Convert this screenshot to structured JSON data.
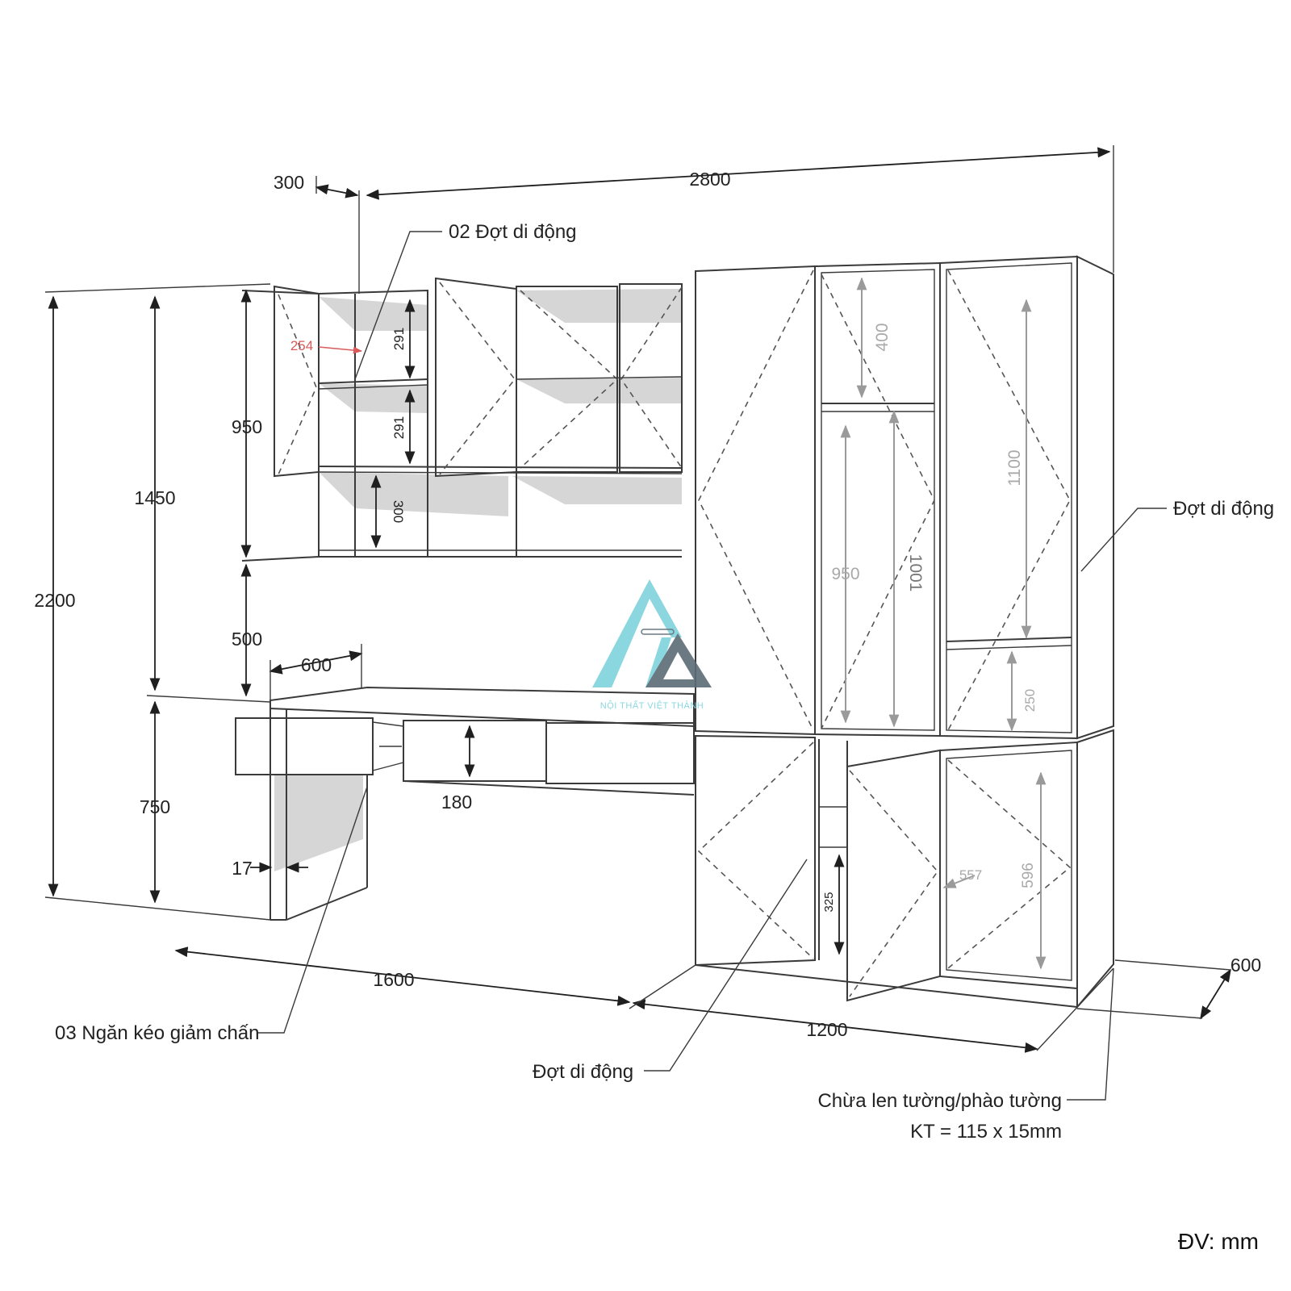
{
  "dimensions": {
    "total_width": "2800",
    "upper_depth": "300",
    "total_height": "2200",
    "upper_section_height": "1450",
    "wall_cabinet_height": "950",
    "gap_height": "500",
    "desk_height": "750",
    "desk_depth": "600",
    "shelf_gap_1": "291",
    "shelf_gap_2": "291",
    "open_shelf": "300",
    "door_width": "254",
    "drawer_height": "180",
    "panel_thickness": "17",
    "desk_length": "1600",
    "cabinet_length": "1200",
    "cabinet_depth": "600",
    "tall_top": "400",
    "tall_950": "950",
    "tall_1001": "1001",
    "tall_1100": "1100",
    "tall_250": "250",
    "low_557": "557",
    "low_596": "596",
    "low_325": "325"
  },
  "annotations": {
    "shelves_upper": "02 Đợt di động",
    "shelf_right": "Đợt di động",
    "drawers": "03 Ngăn kéo giảm chấn",
    "shelf_lower": "Đợt di động",
    "skirting_line1": "Chừa len tường/phào tường",
    "skirting_line2": "KT = 115 x 15mm"
  },
  "unit_label": "ĐV: mm",
  "brand": {
    "name": "NỘI THẤT VIỆT THÀNH",
    "color_primary": "#7fd3dc",
    "color_secondary": "#5b6b76"
  }
}
